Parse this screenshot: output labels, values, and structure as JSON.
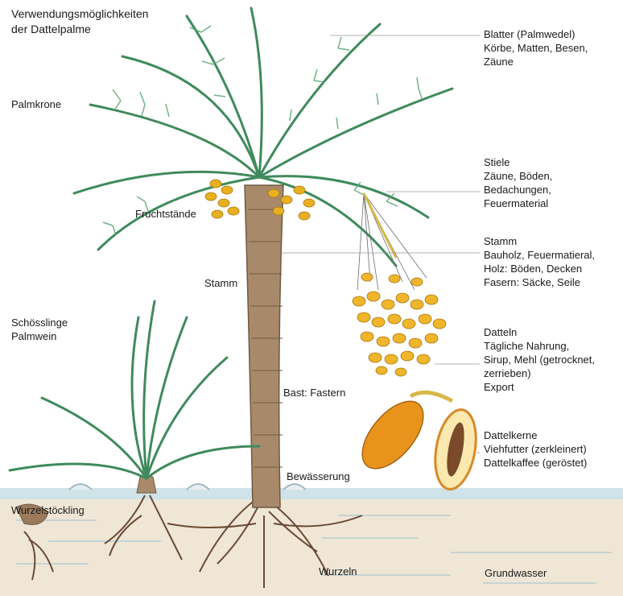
{
  "title": [
    "Verwendungsmöglichkeiten",
    "der Dattelpalme"
  ],
  "colors": {
    "sky": "#ffffff",
    "ground": "#efe6d6",
    "water": "#cfe3e8",
    "frond": "#3f8a5c",
    "trunk": "#a88a6a",
    "date": "#e8a81c",
    "seed": "#7a4a2a"
  },
  "labels": {
    "palmkrone": "Palmkrone",
    "fruchtstaende": "Fruchtstände",
    "stamm_left": "Stamm",
    "schoesslinge": [
      "Schösslinge",
      "Palmwein"
    ],
    "bast": "Bast: Fastern",
    "bewaesserung": "Bewässerung",
    "wurzelstoeckling": "Wurzelstöckling",
    "wurzeln": "Wurzeln",
    "grundwasser": "Grundwasser"
  },
  "uses": {
    "blaetter": [
      "Blatter (Palmwedel)",
      "Körbe, Matten, Besen,",
      "Zäune"
    ],
    "stiele": [
      "Stiele",
      "Zäune, Böden,",
      "Bedachungen,",
      "Feuermaterial"
    ],
    "stamm": [
      "Stamm",
      "Bauholz, Feuermatieral,",
      "Holz: Böden, Decken",
      "Fasern: Säcke, Seile"
    ],
    "datteln": [
      "Datteln",
      "Tägliche Nahrung,",
      "Sirup, Mehl (getrocknet,",
      "zerrieben)",
      "Export"
    ],
    "dattelkerne": [
      "Dattelkerne",
      "Viehfutter (zerkleinert)",
      "Dattelkaffee (geröstet)"
    ]
  }
}
